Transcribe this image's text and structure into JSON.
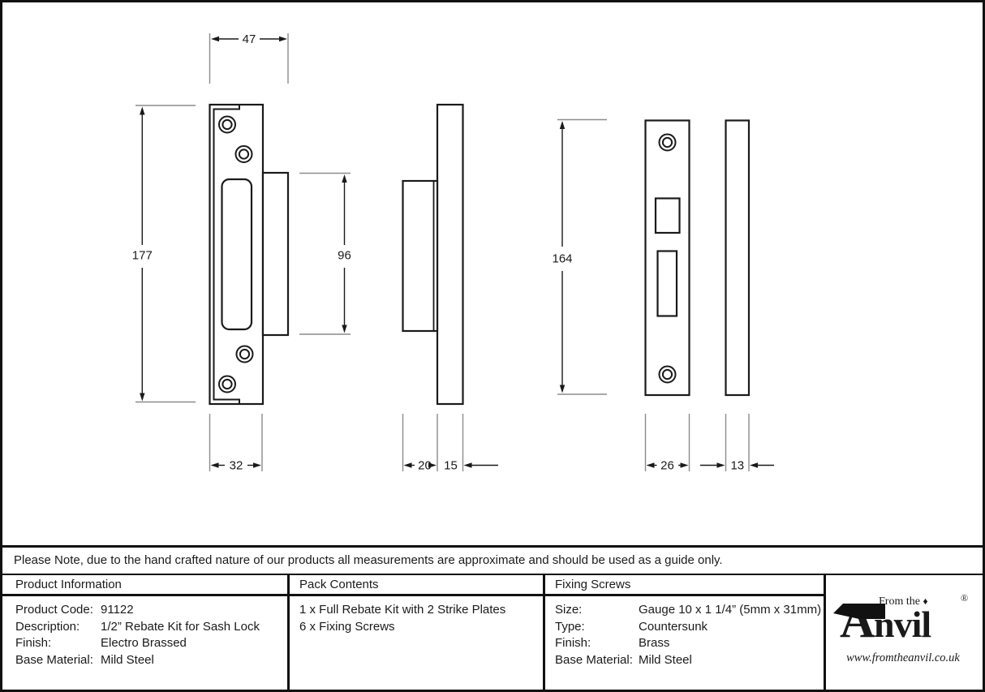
{
  "drawing": {
    "front": {
      "total_width": "47",
      "plate_height": "177",
      "box_height": "96",
      "plate_width": "32"
    },
    "side": {
      "box_depth": "20",
      "plate_depth": "15"
    },
    "strike": {
      "plate_height": "164",
      "plate_width": "26",
      "packer_width": "13"
    }
  },
  "note": {
    "text": "Please Note, due to the hand crafted nature of our products all measurements are approximate and should be used as a guide only."
  },
  "table": {
    "product_information": {
      "header": "Product Information",
      "rows": [
        {
          "label": "Product Code:",
          "value": "91122"
        },
        {
          "label": "Description:",
          "value": "1/2” Rebate Kit for Sash Lock"
        },
        {
          "label": "Finish:",
          "value": "Electro Brassed"
        },
        {
          "label": "Base Material:",
          "value": "Mild Steel"
        }
      ]
    },
    "pack_contents": {
      "header": "Pack Contents",
      "items": [
        "1 x Full Rebate Kit with 2 Strike Plates",
        "6 x Fixing Screws"
      ]
    },
    "fixing_screws": {
      "header": "Fixing Screws",
      "rows": [
        {
          "label": "Size:",
          "value": "Gauge 10 x 1 1/4” (5mm x 31mm)"
        },
        {
          "label": "Type:",
          "value": "Countersunk"
        },
        {
          "label": "Finish:",
          "value": "Brass"
        },
        {
          "label": "Base Material:",
          "value": "Mild Steel"
        }
      ]
    }
  },
  "logo": {
    "prefix": "From the",
    "diamond": "♦",
    "brand_initial": "A",
    "brand_rest": "nvil",
    "registered": "®",
    "url": "www.fromtheanvil.co.uk"
  },
  "colors": {
    "line": "#1a1a1a",
    "extension_line": "#8c8c8c",
    "background": "#ffffff"
  }
}
